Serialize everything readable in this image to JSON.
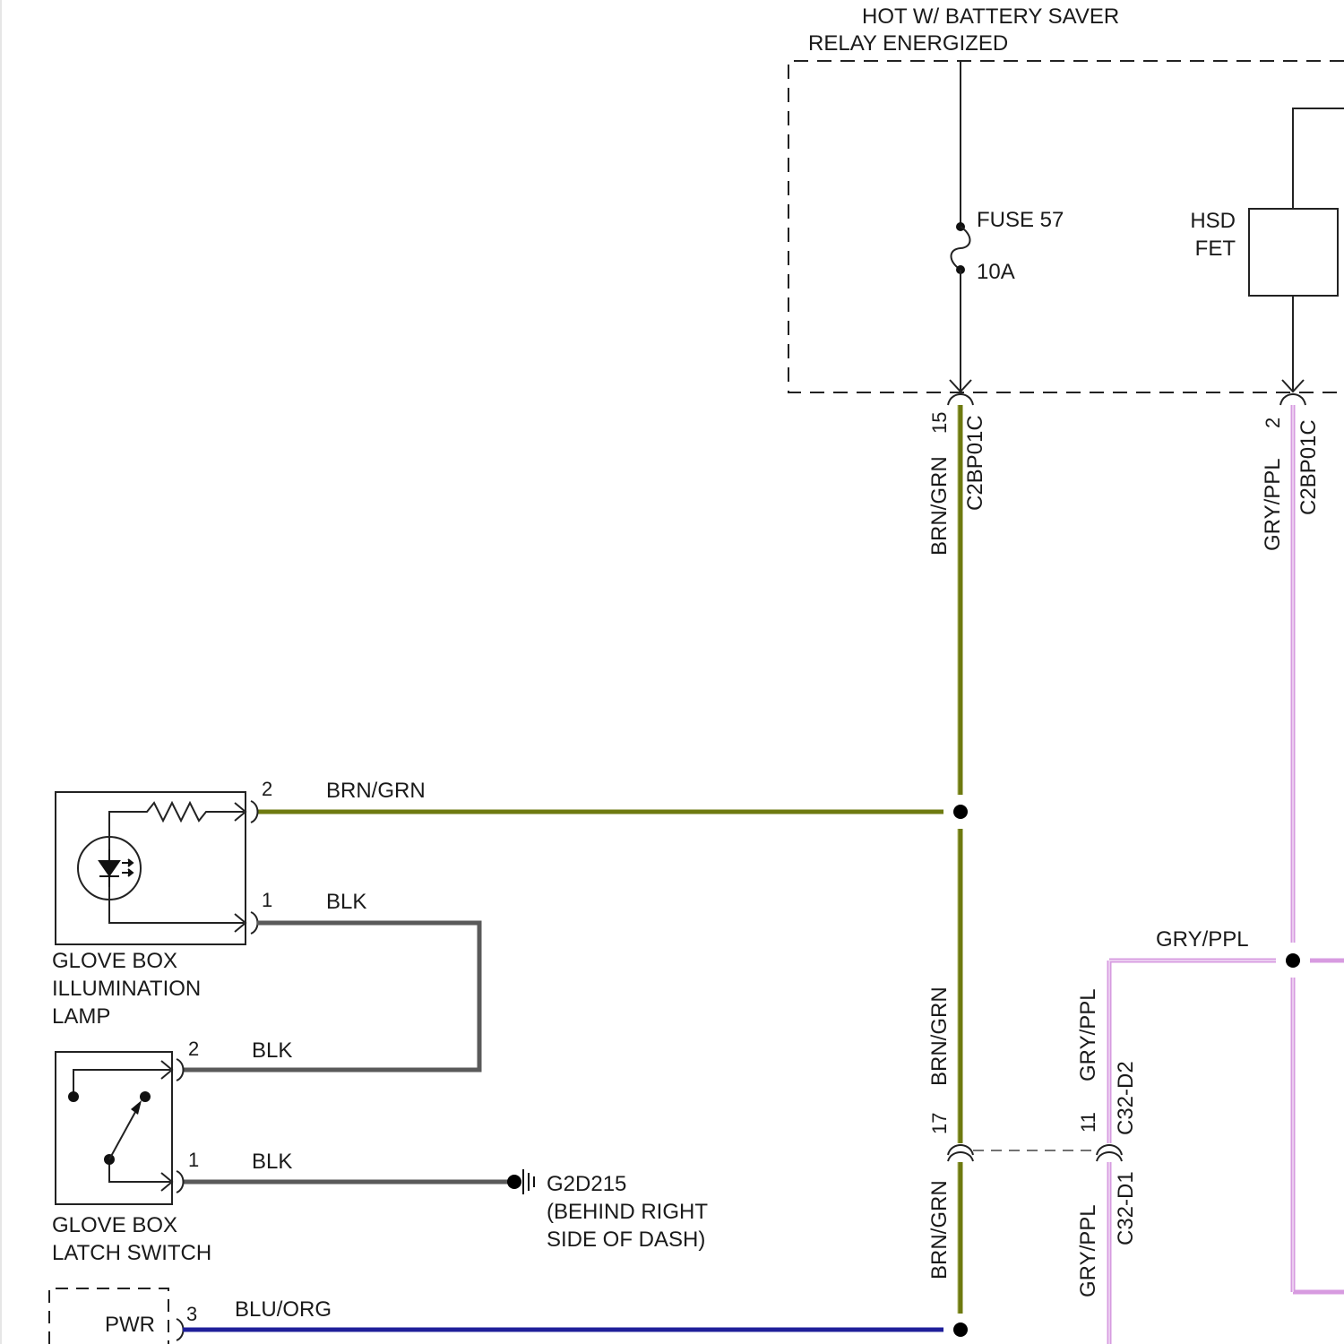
{
  "power_source": {
    "line1": "HOT W/ BATTERY SAVER",
    "line2": "RELAY ENERGIZED"
  },
  "fuse": {
    "name": "FUSE 57",
    "rating": "10A"
  },
  "hsd_fet": {
    "line1": "HSD",
    "line2": "FET"
  },
  "connector_c2bp01c_15": {
    "pin": "15",
    "connector": "C2BP01C",
    "wire": "BRN/GRN"
  },
  "connector_c2bp01c_2": {
    "pin": "2",
    "connector": "C2BP01C",
    "wire": "GRY/PPL"
  },
  "lamp": {
    "line1": "GLOVE BOX",
    "line2": "ILLUMINATION",
    "line3": "LAMP",
    "pin_2": "2",
    "pin_1": "1",
    "wire_pin2": "BRN/GRN",
    "wire_pin1": "BLK"
  },
  "latch_switch": {
    "line1": "GLOVE BOX",
    "line2": "LATCH SWITCH",
    "pin_2": "2",
    "pin_1": "1",
    "wire_pin2": "BLK",
    "wire_pin1": "BLK"
  },
  "ground": {
    "name": "G2D215",
    "loc_line1": "(BEHIND RIGHT",
    "loc_line2": "SIDE OF DASH)"
  },
  "pwr_module": {
    "label": "PWR",
    "pin": "3",
    "wire": "BLU/ORG"
  },
  "inline_connector_brn": {
    "wire_above": "BRN/GRN",
    "pin": "17",
    "wire_below": "BRN/GRN"
  },
  "inline_connector_gry": {
    "wire_above": "GRY/PPL",
    "pin": "11",
    "connector_upper": "C32-D2",
    "connector_lower": "C32-D1",
    "wire_below": "GRY/PPL"
  },
  "gry_splice_label": "GRY/PPL",
  "colors": {
    "brn_grn": "#6e7a10",
    "gry_ppl": "#d79be0",
    "blk": "#5a5a5a",
    "blu_org": "#1f1f9a",
    "outline": "#222222"
  }
}
